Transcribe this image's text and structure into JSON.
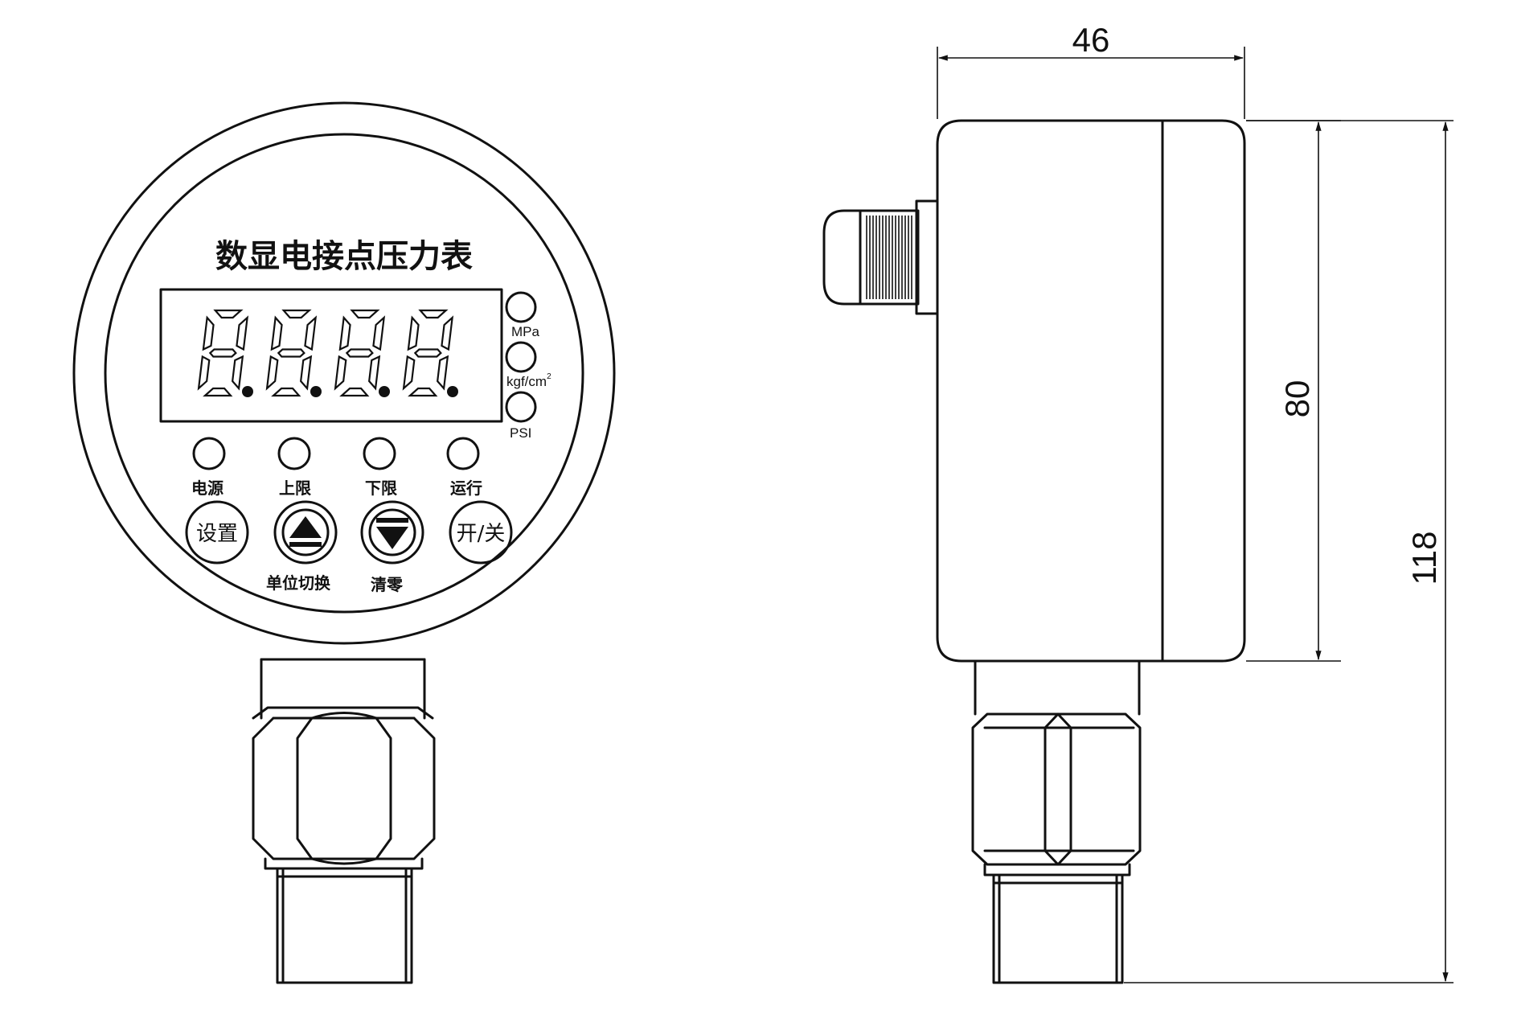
{
  "front": {
    "title": "数显电接点压力表",
    "display_digits": 4,
    "units": [
      "MPa",
      "kgf/cm",
      "PSI"
    ],
    "unit_superscript": "2",
    "indicators": [
      "电源",
      "上限",
      "下限",
      "运行"
    ],
    "buttons": {
      "set": "设置",
      "up_icon": "up-triangle-icon",
      "down_icon": "down-triangle-icon",
      "power": "开/关"
    },
    "button_captions": {
      "up": "单位切换",
      "down": "清零"
    }
  },
  "dimensions": {
    "depth": "46",
    "case_height": "80",
    "total_height": "118"
  }
}
